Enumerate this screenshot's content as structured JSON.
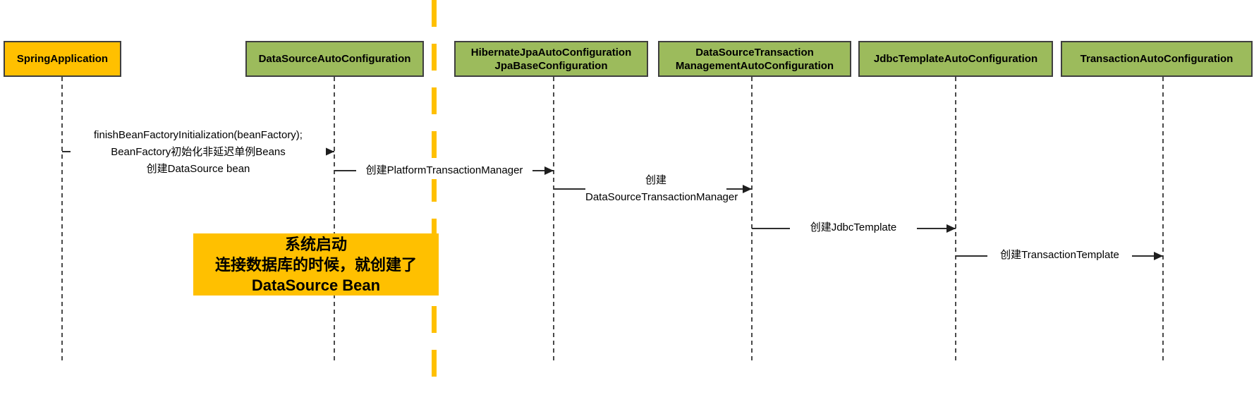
{
  "diagram": {
    "type": "sequence-diagram",
    "topic": "Spring Boot auto-configuration bean creation order",
    "colors": {
      "participant_green": "#9CBB5C",
      "highlight_orange": "#FFC000",
      "box_border": "#3F3F3F",
      "arrow_line": "#2E2E2E"
    },
    "participants": [
      {
        "id": "spring-application",
        "lines": [
          "SpringApplication"
        ]
      },
      {
        "id": "datasource-auto-configuration",
        "lines": [
          "DataSourceAutoConfiguration"
        ]
      },
      {
        "id": "hibernate-jpa-auto-configuration",
        "lines": [
          "HibernateJpaAutoConfiguration",
          "JpaBaseConfiguration"
        ]
      },
      {
        "id": "datasource-transaction-management-auto-configuration",
        "lines": [
          "DataSourceTransaction",
          "ManagementAutoConfiguration"
        ]
      },
      {
        "id": "jdbc-template-auto-configuration",
        "lines": [
          "JdbcTemplateAutoConfiguration"
        ]
      },
      {
        "id": "transaction-auto-configuration",
        "lines": [
          "TransactionAutoConfiguration"
        ]
      }
    ],
    "messages": [
      {
        "from": 0,
        "to": 1,
        "lines": [
          "finishBeanFactoryInitialization(beanFactory);",
          "BeanFactory初始化非延迟单例Beans",
          "创建DataSource bean"
        ]
      },
      {
        "from": 1,
        "to": 2,
        "lines": [
          "创建PlatformTransactionManager"
        ]
      },
      {
        "from": 2,
        "to": 3,
        "lines": [
          "创建",
          "DataSourceTransactionManager"
        ]
      },
      {
        "from": 3,
        "to": 4,
        "lines": [
          "创建JdbcTemplate"
        ]
      },
      {
        "from": 4,
        "to": 5,
        "lines": [
          "创建TransactionTemplate"
        ]
      }
    ],
    "note": {
      "lines": [
        "系统启动",
        "连接数据库的时候，就创建了",
        "DataSource Bean"
      ]
    }
  }
}
